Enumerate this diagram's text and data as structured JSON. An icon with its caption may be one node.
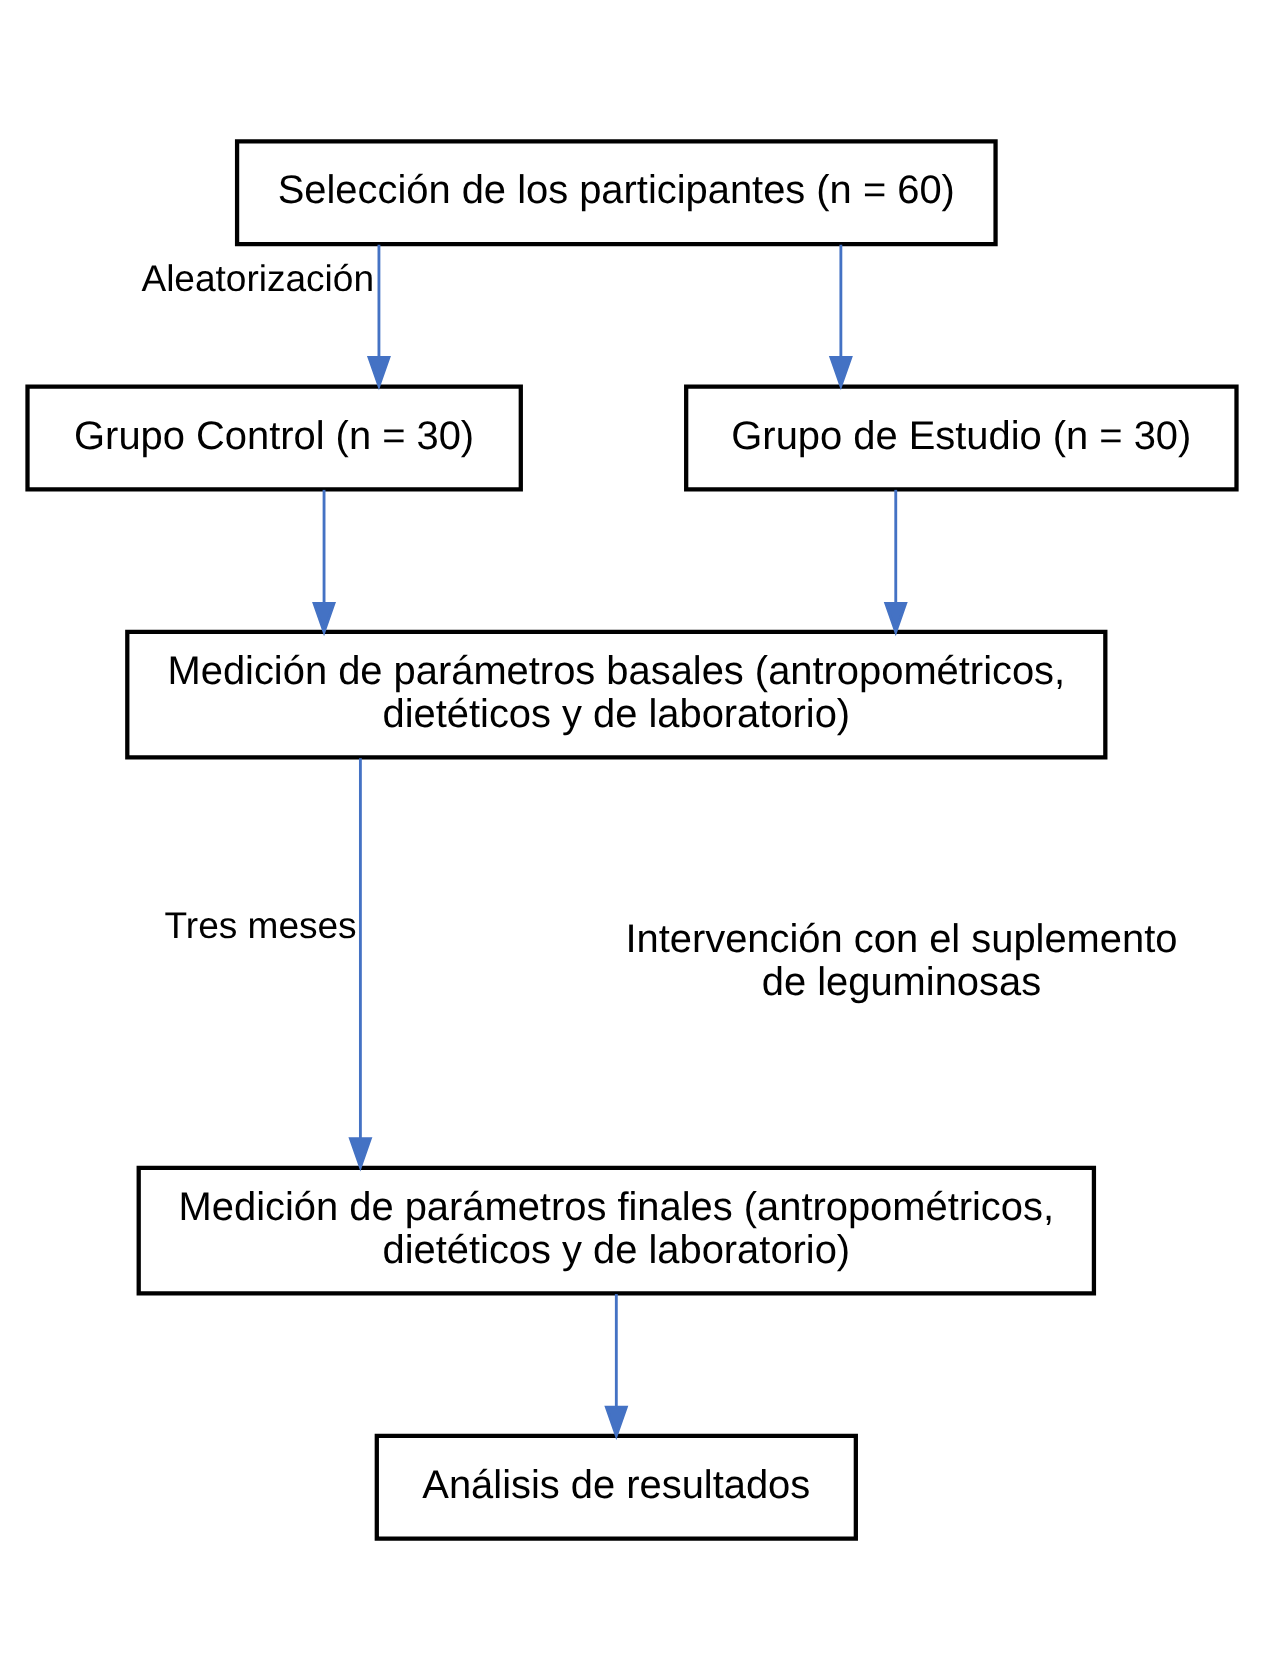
{
  "diagram": {
    "nodes": [
      {
        "text": [
          "Selección de los participantes (n = 60)"
        ]
      },
      {
        "text": [
          "Grupo Control (n = 30)"
        ]
      },
      {
        "text": [
          "Grupo de Estudio (n = 30)"
        ]
      },
      {
        "text": [
          "Medición de parámetros basales (antropométricos, dietéticos y de laboratorio)"
        ]
      },
      {
        "text": [
          "Medición de parámetros finales (antropométricos, dietéticos y de laboratorio)"
        ]
      },
      {
        "text": [
          "Análisis de resultados"
        ]
      }
    ],
    "edges": [
      {
        "from": 0,
        "to": 1,
        "arrow": "to",
        "label": "Aleatorización"
      },
      {
        "from": 0,
        "to": 2,
        "arrow": "to"
      },
      {
        "from": 1,
        "to": 3,
        "arrow": "to"
      },
      {
        "from": 2,
        "to": 3,
        "arrow": "to"
      },
      {
        "from": 3,
        "to": 4,
        "arrow": "to",
        "label": "Tres meses"
      },
      {
        "from": 4,
        "to": 5,
        "arrow": "to"
      }
    ],
    "labels": [
      "Intervención con el suplemento de leguminosas"
    ]
  }
}
